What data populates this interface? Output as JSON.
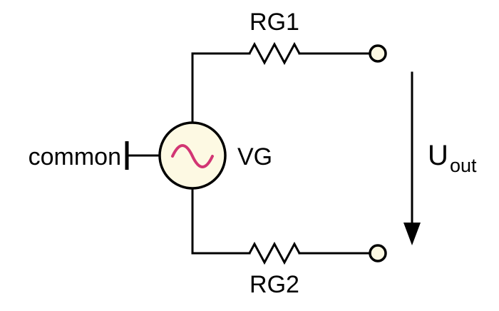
{
  "diagram": {
    "source": {
      "label": "VG"
    },
    "resistors": {
      "top_label": "RG1",
      "bottom_label": "RG2"
    },
    "common_label": "common",
    "output": {
      "symbol": "U",
      "subscript": "out"
    },
    "icons": {
      "sine_wave": "sine-wave-icon",
      "arrow_down": "arrow-down-icon"
    },
    "colors": {
      "wire": "#000000",
      "component_fill": "#fdf9e3",
      "sine": "#d23674",
      "background": "#ffffff"
    }
  }
}
